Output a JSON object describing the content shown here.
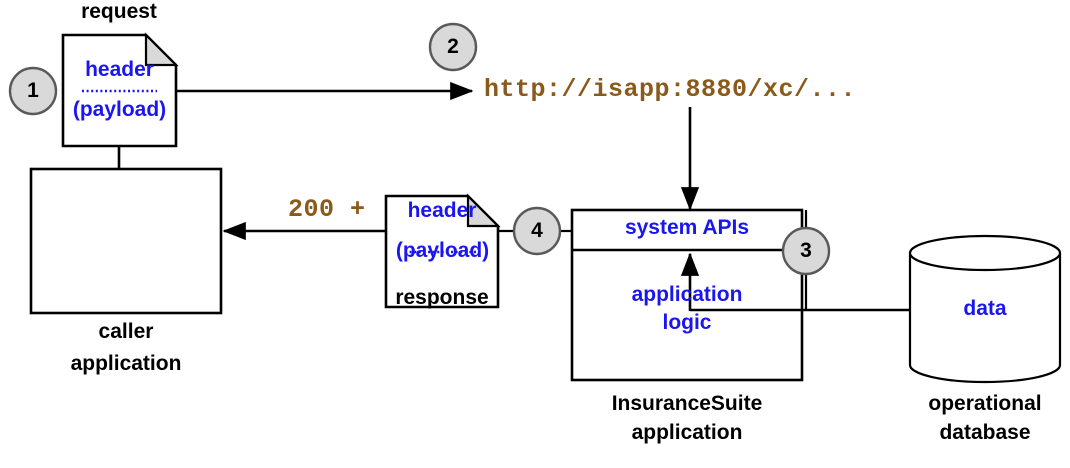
{
  "diagram": {
    "title": "InsuranceSuite system API request flow",
    "colors": {
      "text_black": "#000000",
      "text_blue": "#1a16f0",
      "text_brown": "#8a5a1b",
      "badge_fill": "#d9d9d9",
      "badge_stroke": "#595959",
      "line": "#000000",
      "background": "#ffffff"
    },
    "steps": [
      {
        "id": "step-1",
        "number": "1"
      },
      {
        "id": "step-2",
        "number": "2"
      },
      {
        "id": "step-3",
        "number": "3"
      },
      {
        "id": "step-4",
        "number": "4"
      }
    ],
    "nodes": {
      "request_doc": {
        "caption": "request",
        "line1": "header",
        "line2": "(payload)"
      },
      "response_doc": {
        "caption": "response",
        "line1": "header",
        "line2": "(payload)"
      },
      "caller_app": {
        "caption_line1": "caller",
        "caption_line2": "application"
      },
      "insurance_suite": {
        "band_label": "system APIs",
        "body_line1": "application",
        "body_line2": "logic",
        "caption_line1": "InsuranceSuite",
        "caption_line2": "application"
      },
      "database": {
        "inner_label": "data",
        "caption_line1": "operational",
        "caption_line2": "database"
      }
    },
    "annotations": {
      "url": "http://isapp:8880/xc/...",
      "status": "200 +"
    }
  }
}
